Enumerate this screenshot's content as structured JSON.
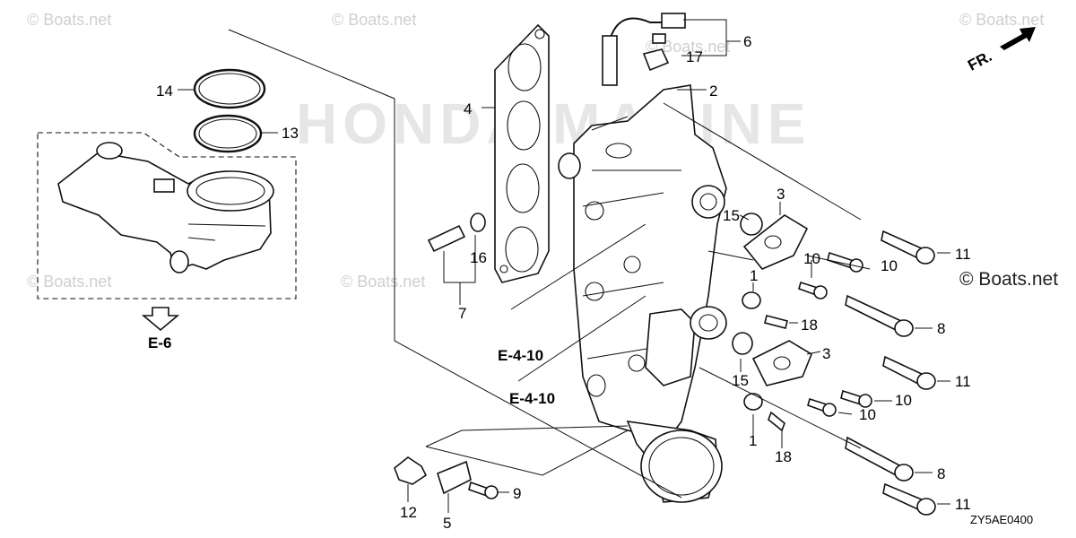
{
  "watermark": {
    "text": "© Boats.net",
    "brand_text": "HONDA MARINE"
  },
  "copyright": "© Boats.net",
  "diagram_code": "ZY5AE0400",
  "direction": {
    "label": "FR."
  },
  "refs": {
    "e6": "E-6",
    "e410_a": "E-4-10",
    "e410_b": "E-4-10"
  },
  "callouts": [
    {
      "id": "c1a",
      "text": "1"
    },
    {
      "id": "c1b",
      "text": "1"
    },
    {
      "id": "c2",
      "text": "2"
    },
    {
      "id": "c3a",
      "text": "3"
    },
    {
      "id": "c3b",
      "text": "3"
    },
    {
      "id": "c4",
      "text": "4"
    },
    {
      "id": "c5",
      "text": "5"
    },
    {
      "id": "c6",
      "text": "6"
    },
    {
      "id": "c7",
      "text": "7"
    },
    {
      "id": "c8a",
      "text": "8"
    },
    {
      "id": "c8b",
      "text": "8"
    },
    {
      "id": "c9",
      "text": "9"
    },
    {
      "id": "c10a",
      "text": "10"
    },
    {
      "id": "c10b",
      "text": "10"
    },
    {
      "id": "c10c",
      "text": "10"
    },
    {
      "id": "c10d",
      "text": "10"
    },
    {
      "id": "c11a",
      "text": "11"
    },
    {
      "id": "c11b",
      "text": "11"
    },
    {
      "id": "c11c",
      "text": "11"
    },
    {
      "id": "c12",
      "text": "12"
    },
    {
      "id": "c13",
      "text": "13"
    },
    {
      "id": "c14",
      "text": "14"
    },
    {
      "id": "c15a",
      "text": "15"
    },
    {
      "id": "c15b",
      "text": "15"
    },
    {
      "id": "c16",
      "text": "16"
    },
    {
      "id": "c17",
      "text": "17"
    },
    {
      "id": "c18a",
      "text": "18"
    },
    {
      "id": "c18b",
      "text": "18"
    }
  ]
}
